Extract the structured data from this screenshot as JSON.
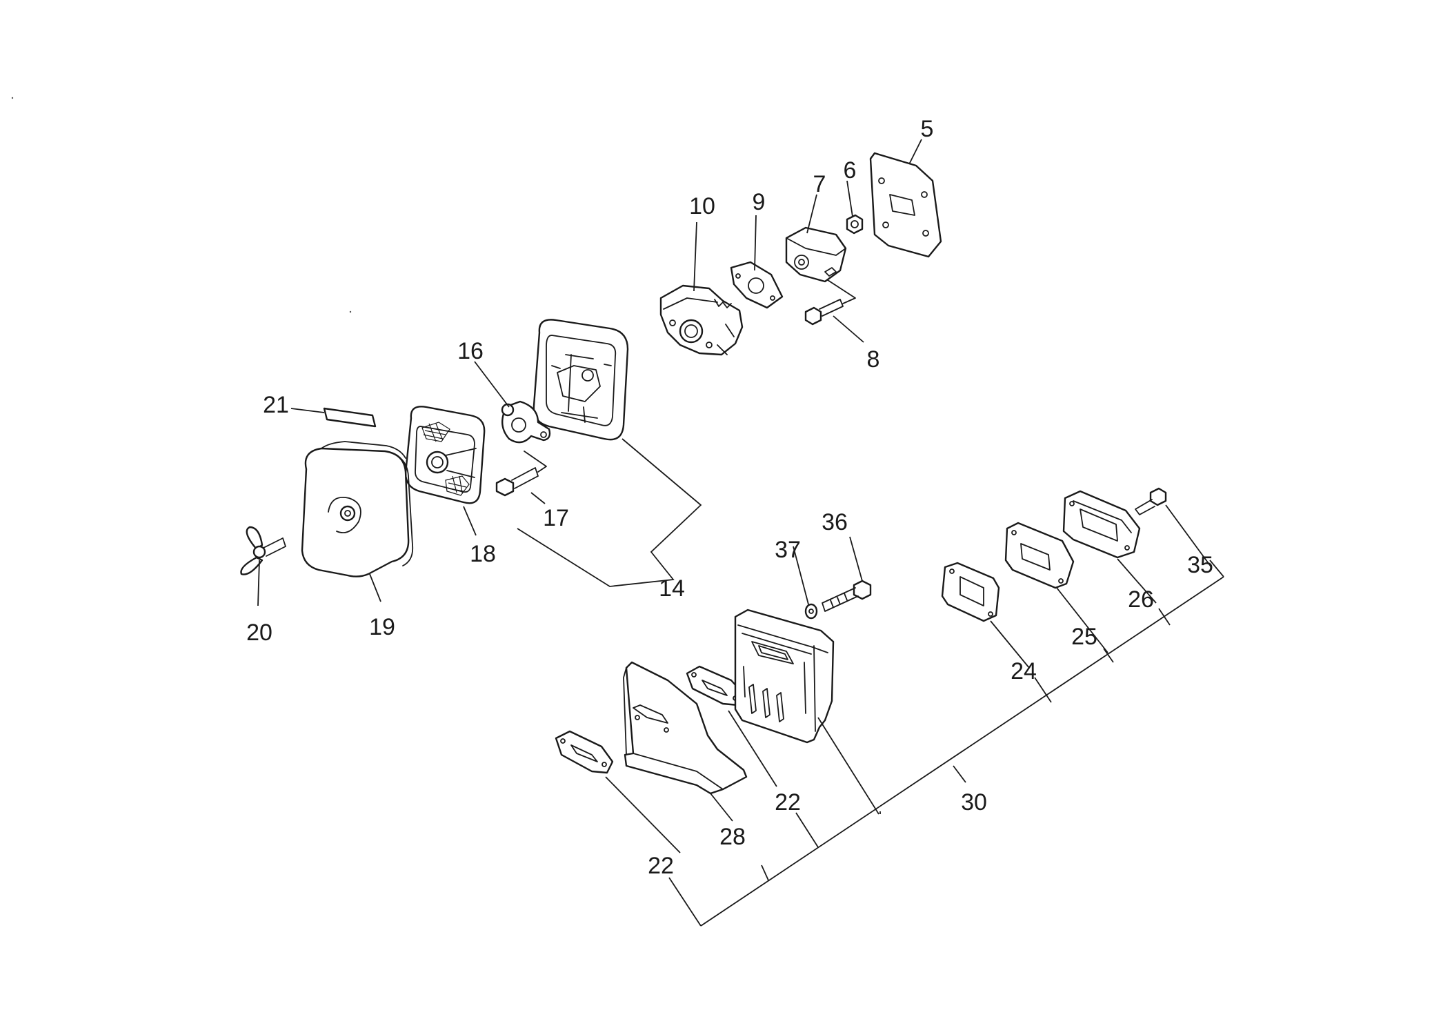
{
  "callouts": {
    "c5": "5",
    "c6": "6",
    "c7": "7",
    "c8": "8",
    "c9": "9",
    "c10": "10",
    "c14": "14",
    "c16": "16",
    "c17": "17",
    "c18": "18",
    "c19": "19",
    "c20": "20",
    "c21": "21",
    "c22a": "22",
    "c22b": "22",
    "c24": "24",
    "c25": "25",
    "c26": "26",
    "c28": "28",
    "c30": "30",
    "c35": "35",
    "c36": "36",
    "c37": "37"
  },
  "colors": {
    "line": "#1a1a1a",
    "background": "#ffffff"
  }
}
